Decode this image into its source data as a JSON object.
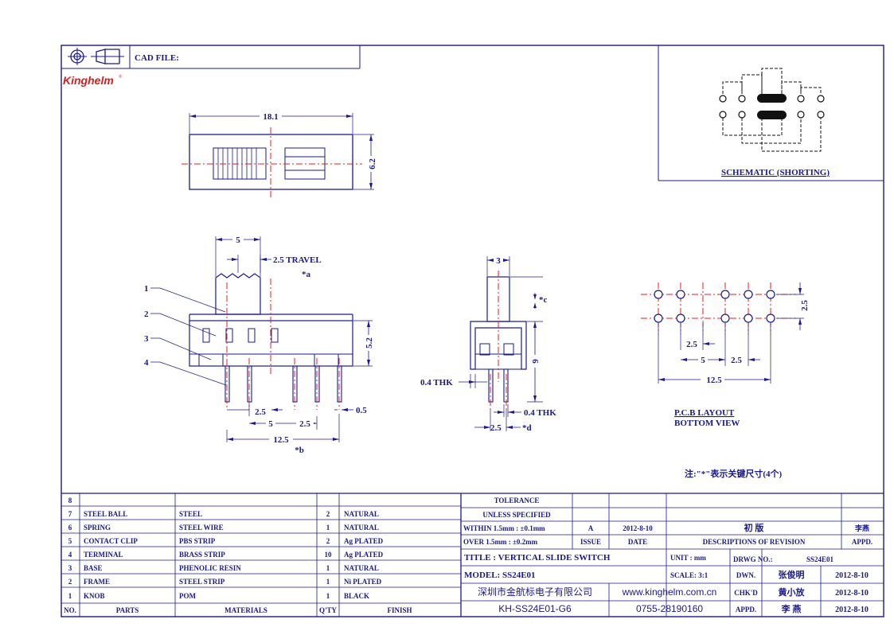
{
  "header": {
    "cad_file_label": "CAD FILE:",
    "brand": "Kinghelm",
    "brand_mark": "®"
  },
  "top_view": {
    "width_dim": "18.1",
    "height_dim": "6.2"
  },
  "side_view": {
    "dim_5": "5",
    "travel": "2.5 TRAVEL",
    "travel_note": "*a",
    "height": "5.2",
    "pitch_a": "2.5",
    "pitch_b": "2.5",
    "span_5": "5",
    "thickness": "0.5",
    "overall": "12.5",
    "overall_note": "*b",
    "callouts": [
      "1",
      "2",
      "3",
      "4"
    ]
  },
  "end_view": {
    "width": "3",
    "c_note": "*c",
    "height": "9",
    "thk_left": "0.4 THK",
    "thk_right": "0.4 THK",
    "pitch": "2.5",
    "d_note": "*d"
  },
  "pcb": {
    "dim_2_5_v": "2.5",
    "dim_2_5_a": "2.5",
    "dim_5": "5",
    "dim_2_5_b": "2.5",
    "dim_12_5": "12.5",
    "title": "P.C.B LAYOUT",
    "subtitle": "BOTTOM VIEW"
  },
  "schematic": {
    "label": "SCHEMATIC (SHORTING)"
  },
  "note": "注:\"*\"表示关键尺寸(4个)",
  "bom": {
    "rows": [
      {
        "no": "8",
        "part": "",
        "material": "",
        "qty": "",
        "finish": ""
      },
      {
        "no": "7",
        "part": "STEEL BALL",
        "material": "STEEL",
        "qty": "2",
        "finish": "NATURAL"
      },
      {
        "no": "6",
        "part": "SPRING",
        "material": "STEEL WIRE",
        "qty": "1",
        "finish": "NATURAL"
      },
      {
        "no": "5",
        "part": "CONTACT CLIP",
        "material": "PBS STRIP",
        "qty": "2",
        "finish": "Ag PLATED"
      },
      {
        "no": "4",
        "part": "TERMINAL",
        "material": "BRASS STRIP",
        "qty": "10",
        "finish": "Ag PLATED"
      },
      {
        "no": "3",
        "part": "BASE",
        "material": "PHENOLIC RESIN",
        "qty": "1",
        "finish": "NATURAL"
      },
      {
        "no": "2",
        "part": "FRAME",
        "material": "STEEL STRIP",
        "qty": "1",
        "finish": "Ni PLATED"
      },
      {
        "no": "1",
        "part": "KNOB",
        "material": "POM",
        "qty": "1",
        "finish": "BLACK"
      }
    ],
    "header": {
      "no": "NO.",
      "part": "PARTS",
      "material": "MATERIALS",
      "qty": "Q'TY",
      "finish": "FINISH"
    }
  },
  "title_block": {
    "tolerance": "TOLERANCE",
    "unless": "UNLESS SPECIFIED",
    "within": "WITHIN 1.5mm : ±0.1mm",
    "over": "OVER 1.5mm : ±0.2mm",
    "rev": "A",
    "rev_date": "2012-8-10",
    "rev_desc": "初 版",
    "rev_appd": "李燕",
    "issue": "ISSUE",
    "date": "DATE",
    "descriptions": "DESCRIPTIONS OF REVISION",
    "appd_hdr": "APPD.",
    "title": "TITLE : VERTICAL SLIDE SWITCH",
    "unit": "UNIT : mm",
    "drwg_no_label": "DRWG NO.:",
    "drwg_no": "SS24E01",
    "model": "MODEL: SS24E01",
    "scale": "SCALE: 3:1",
    "dwn_label": "DWN.",
    "dwn_name": "张俊明",
    "dwn_date": "2012-8-10",
    "company": "深圳市金航标电子有限公司",
    "website": "www.kinghelm.com.cn",
    "chkd_label": "CHK'D",
    "chkd_name": "黄小放",
    "chkd_date": "2012-8-10",
    "part_no": "KH-SS24E01-G6",
    "phone": "0755-28190160",
    "appd_label": "APPD.",
    "appd_name": "李 燕",
    "appd_date": "2012-8-10"
  }
}
